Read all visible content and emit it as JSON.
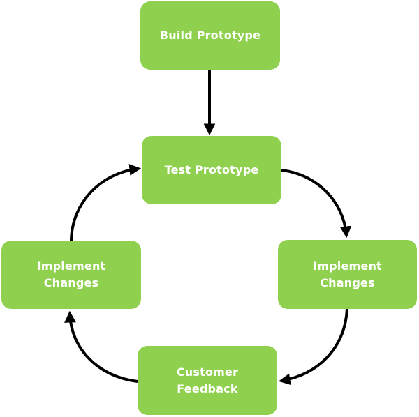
{
  "diagram": {
    "nodes": {
      "build": {
        "label": "Build Prototype"
      },
      "test": {
        "label": "Test Prototype"
      },
      "implement_right": {
        "label": "Implement\nChanges"
      },
      "feedback": {
        "label": "Customer\nFeedback"
      },
      "implement_left": {
        "label": "Implement\nChanges"
      }
    },
    "edges": [
      {
        "from": "build",
        "to": "test"
      },
      {
        "from": "test",
        "to": "implement_right"
      },
      {
        "from": "implement_right",
        "to": "feedback"
      },
      {
        "from": "feedback",
        "to": "implement_left"
      },
      {
        "from": "implement_left",
        "to": "test"
      }
    ],
    "colors": {
      "node_fill": "#8fd14f",
      "node_text": "#ffffff",
      "arrow": "#000000"
    }
  }
}
